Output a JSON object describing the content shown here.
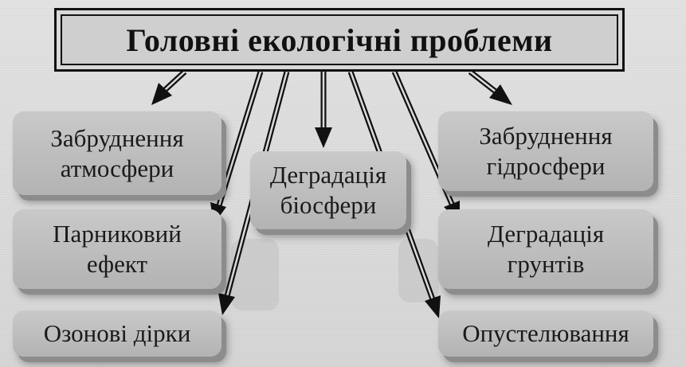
{
  "title": "Головні екологічні проблеми",
  "nodes": {
    "atmosphere": [
      "Забруднення",
      "атмосфери"
    ],
    "greenhouse": [
      "Парниковий",
      "ефект"
    ],
    "ozone": [
      "Озонові дірки"
    ],
    "biosphere": [
      "Деградація",
      "біосфери"
    ],
    "hydrosphere": [
      "Забруднення",
      "гідросфери"
    ],
    "soils": [
      "Деградація",
      "грунтів"
    ],
    "desertification": [
      "Опустелювання"
    ]
  }
}
